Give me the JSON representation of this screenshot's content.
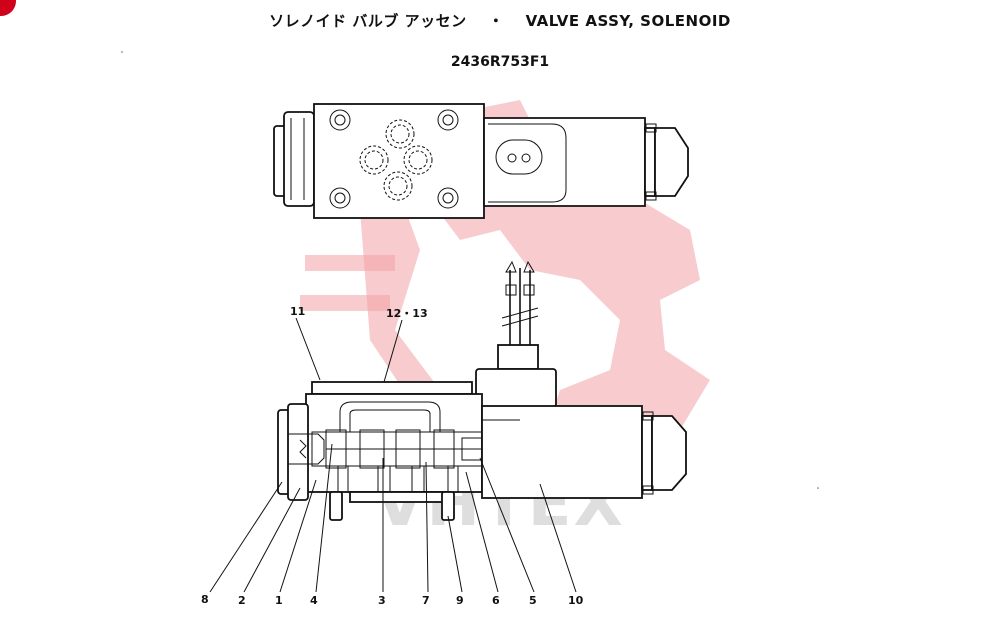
{
  "header": {
    "title_jp": "ソレノイド バルブ アッセン",
    "separator": "・",
    "title_en": "VALVE ASSY, SOLENOID",
    "part_number": "2436R753F1"
  },
  "watermark": {
    "text": "VHTEX",
    "color": "#f2a3a6"
  },
  "callouts": {
    "c11": "11",
    "c1213": "12・13",
    "c8": "8",
    "c2": "2",
    "c1": "1",
    "c4": "4",
    "c3": "3",
    "c7": "7",
    "c9": "9",
    "c6": "6",
    "c5": "5",
    "c10": "10"
  }
}
